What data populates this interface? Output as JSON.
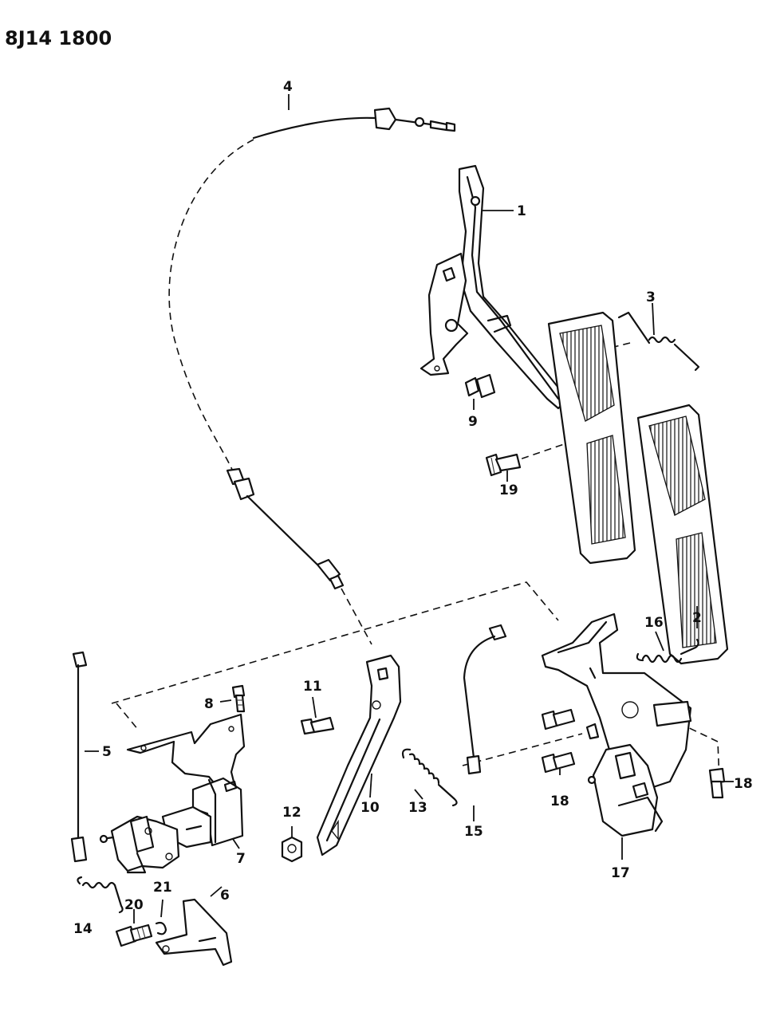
{
  "reference_code": "8J14 1800",
  "callouts": {
    "c1": "1",
    "c2": "2",
    "c3": "3",
    "c4": "4",
    "c5": "5",
    "c6": "6",
    "c7": "7",
    "c8": "8",
    "c9": "9",
    "c10": "10",
    "c11": "11",
    "c12": "12",
    "c13": "13",
    "c14": "14",
    "c15": "15",
    "c16": "16",
    "c17": "17",
    "c18a": "18",
    "c18b": "18",
    "c19": "19",
    "c20": "20",
    "c21": "21"
  }
}
